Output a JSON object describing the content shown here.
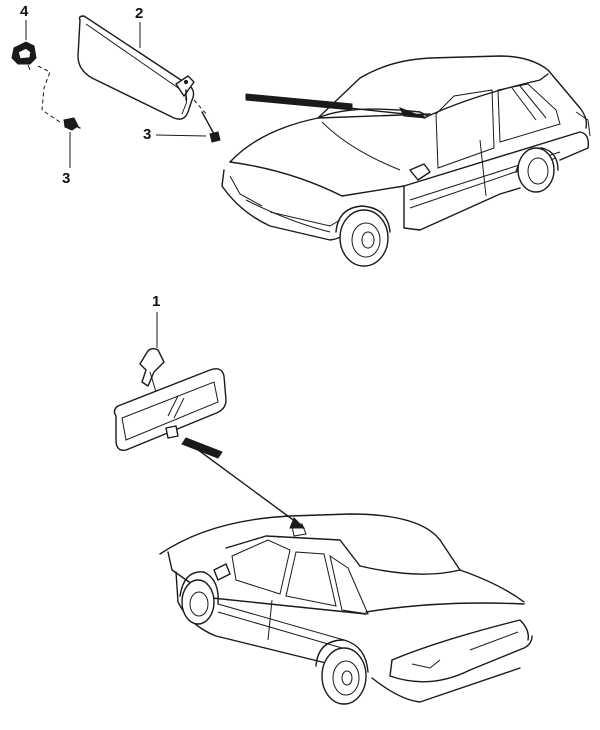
{
  "callouts": {
    "c1": "1",
    "c2": "2",
    "c3a": "3",
    "c3b": "3",
    "c4": "4"
  },
  "parts": [
    {
      "ref": "1",
      "part": "rearview-mirror"
    },
    {
      "ref": "2",
      "part": "sun-visor"
    },
    {
      "ref": "3",
      "part": "screw"
    },
    {
      "ref": "4",
      "part": "visor-holder-clip"
    }
  ]
}
